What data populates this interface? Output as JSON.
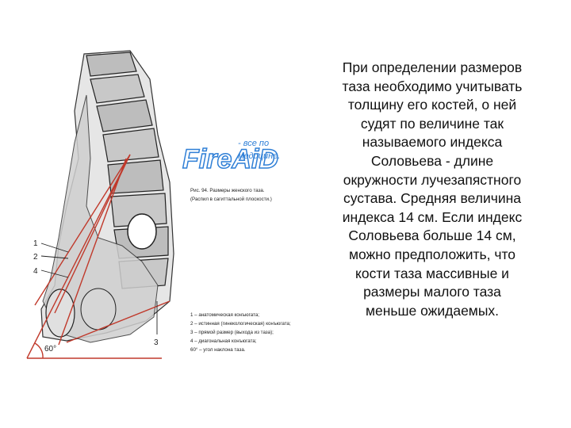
{
  "paragraph": [
    "При определении размеров",
    "таза необходимо учитывать",
    "толщину его костей, о ней",
    "судят по величине так",
    "называемого индекса",
    "Соловьева - длине",
    "окружности лучезапястного",
    "сустава. Средняя величина",
    "индекса 14 см. Если индекс",
    "Соловьева больше 14 см,",
    "можно предположить, что",
    "кости таза массивные и",
    "размеры малого таза",
    "меньше ожидаемых."
  ],
  "figure": {
    "watermark_logo": "FireAiD",
    "watermark_tagline": [
      "- все по",
      "медицине."
    ],
    "caption": [
      "Рис. 94. Размеры женского таза.",
      "(Распил в сагиттальной плоскости.)"
    ],
    "angle_label": "60°",
    "line_numbers": [
      "1",
      "2",
      "4",
      "3"
    ],
    "legend": [
      "1 – анатомическая конъюгата;",
      "2 – истинная (гинекологическая) конъюгата;",
      "3 – прямой размер (выхода из таза);",
      "4 – диагональная конъюгата;",
      "60° – угол наклона таза."
    ],
    "colors": {
      "lines": "#c0392b",
      "watermark": "#2f7fd6",
      "bone": "#d8d8d8"
    }
  }
}
